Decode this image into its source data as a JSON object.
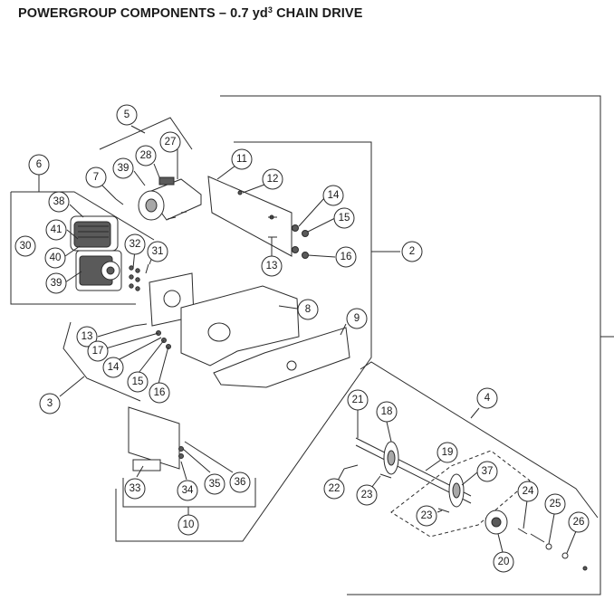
{
  "title": {
    "main": "POWERGROUP COMPONENTS – 0.7 yd",
    "sup": "3",
    "tail": " CHAIN DRIVE"
  },
  "callouts": [
    "2",
    "3",
    "4",
    "5",
    "6",
    "7",
    "8",
    "9",
    "10",
    "11",
    "12",
    "13",
    "13",
    "14",
    "14",
    "15",
    "15",
    "16",
    "16",
    "17",
    "18",
    "19",
    "20",
    "21",
    "22",
    "23",
    "23",
    "24",
    "25",
    "26",
    "27",
    "28",
    "30",
    "31",
    "32",
    "33",
    "34",
    "35",
    "36",
    "37",
    "38",
    "39",
    "39",
    "40",
    "41"
  ],
  "palette": {
    "line": "#2b2b2b",
    "shade_dark": "#5a5a5a",
    "shade_mid": "#a8a8a8",
    "background": "#ffffff"
  }
}
